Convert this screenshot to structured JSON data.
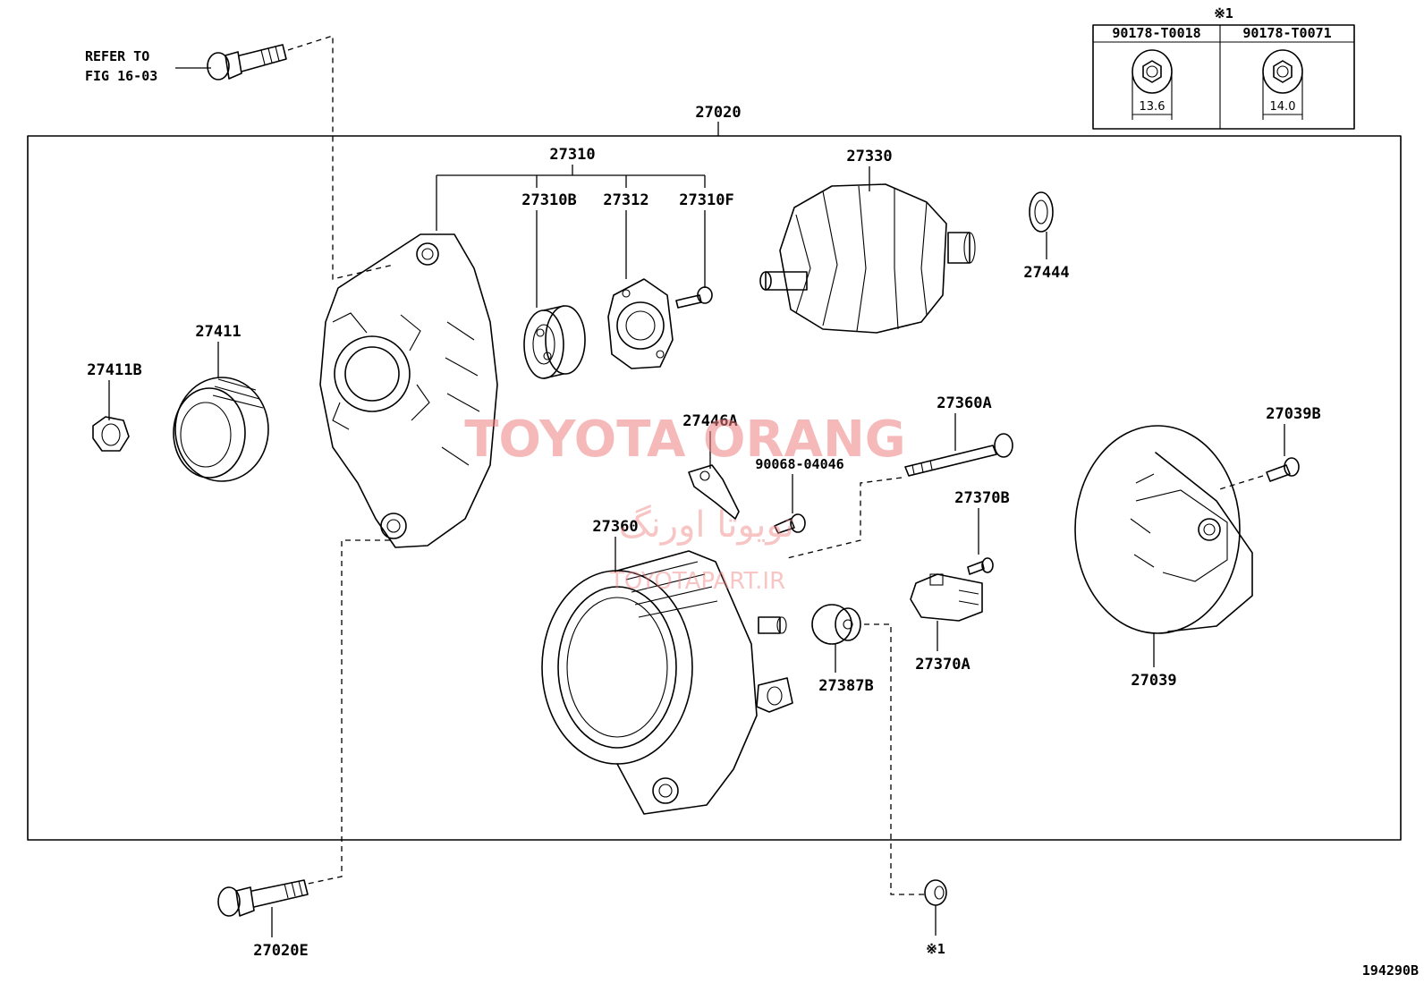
{
  "refer_note": {
    "line1": "REFER TO",
    "line2": "FIG 16-03"
  },
  "inset": {
    "mark": "※1",
    "col1": "90178-T0018",
    "col2": "90178-T0071",
    "dim1": "13.6",
    "dim2": "14.0"
  },
  "labels": {
    "p27020": "27020",
    "p27310": "27310",
    "p27310b": "27310B",
    "p27312": "27312",
    "p27310f": "27310F",
    "p27330": "27330",
    "p27444": "27444",
    "p27411": "27411",
    "p27411b": "27411B",
    "p27446a": "27446A",
    "p27360a": "27360A",
    "p27039b": "27039B",
    "p90068": "90068-04046",
    "p27370b": "27370B",
    "p27360": "27360",
    "p27387b": "27387B",
    "p27370a": "27370A",
    "p27039": "27039",
    "p27020e": "27020E",
    "mark_bottom": "※1"
  },
  "watermark": {
    "title": "TOYOTA ORANG",
    "persian": "تویوتا اورنگ",
    "site": "TOYOTAPART.IR"
  },
  "figure_id": "194290B"
}
